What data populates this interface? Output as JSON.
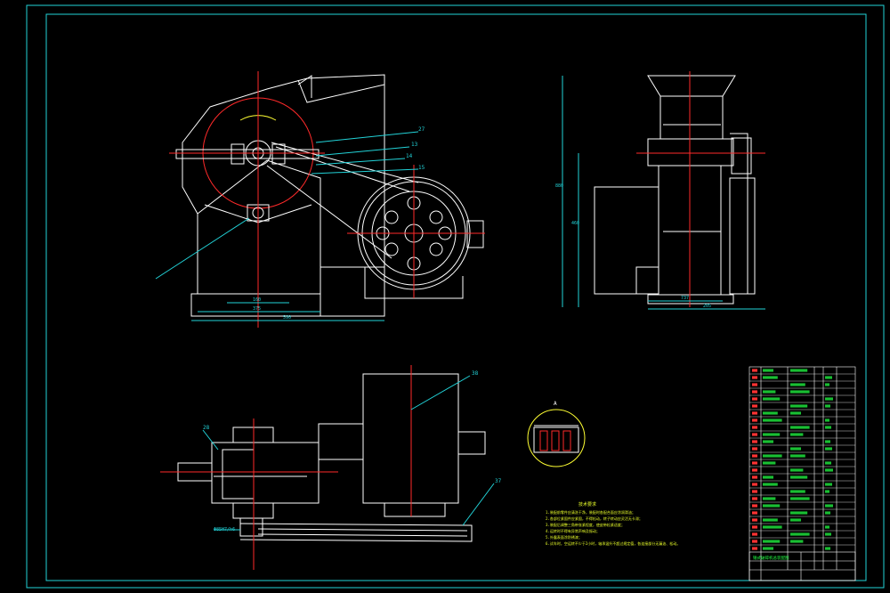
{
  "drawing": {
    "colors": {
      "background": "#000000",
      "frame": "#22d3d8",
      "outline": "#ffffff",
      "centerline": "#ff2a2a",
      "leader": "#22d3d8",
      "dimension": "#22d3d8",
      "note_text": "#eaff2a",
      "table_text": "#22ff44",
      "table_red": "#ff3333"
    },
    "front_view": {
      "callouts": [
        "27",
        "13",
        "14",
        "15"
      ],
      "dims": {
        "lower_small": "160",
        "lower_mid": "375",
        "overall_width": "590"
      }
    },
    "side_view": {
      "dims": {
        "height": "880",
        "mid_height": "460",
        "base_a": "737",
        "base_b": "205"
      }
    },
    "plan_view": {
      "callouts": [
        "38",
        "28",
        "37"
      ],
      "fit_label": "Φ85H7/h6"
    },
    "detail": {
      "label": "A"
    },
    "notes": {
      "title": "技术要求",
      "items": [
        "1.装配前零件应清洗干净，装配时各配合面应涂润滑油；",
        "2.各部位紧固件应紧固，不得松动，转子转动应灵活无卡滞；",
        "3.装配后调整三角带张紧程度，使皮带松紧适度；",
        "4.运转时不得有异常声响及振动；",
        "5.外露表面涂防锈漆；",
        "6.试车时，空运转不少于2小时，轴承温升不超过规定值，各连接部分无漏油、松动。"
      ]
    },
    "title_block": {
      "title": "锤式破碎机总装配图"
    }
  }
}
